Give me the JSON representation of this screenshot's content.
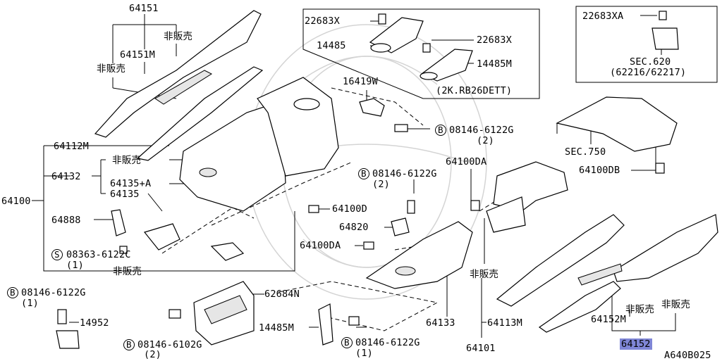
{
  "diagram": {
    "code": "A640B025",
    "notes": {
      "not_for_sale": "非販売",
      "engine": "(2K.RB26DETT)"
    },
    "labels": {
      "p64151": "64151",
      "p64151m": "64151M",
      "p22683x_1": "22683X",
      "p14485": "14485",
      "p22683x_2": "22683X",
      "p14485m_top": "14485M",
      "p22683xa": "22683XA",
      "sec620": "SEC.620",
      "sec620_sub": "(62216/62217)",
      "p16419w": "16419W",
      "bolt_08146_6122g_a": "08146-6122G",
      "qty2_a": "(2)",
      "p64112m": "64112M",
      "p64132": "64132",
      "p64135a": "64135+A",
      "p64135": "64135",
      "p64100": "64100",
      "p64888": "64888",
      "screw_08363": "08363-6122C",
      "qty1_screw": "(1)",
      "bolt_08146_6122g_b": "08146-6122G",
      "qty2_b": "(2)",
      "p64100d": "64100D",
      "p64100da_top": "64100DA",
      "p64820": "64820",
      "p64100da_left": "64100DA",
      "sec750": "SEC.750",
      "p64100db": "64100DB",
      "bolt_08146_6122g_c": "08146-6122G",
      "qty1_c": "(1)",
      "p14952": "14952",
      "p62684n": "62684N",
      "p14485m_bot": "14485M",
      "bolt_08146_6102g": "08146-6102G",
      "qty2_d": "(2)",
      "bolt_08146_6122g_d": "08146-6122G",
      "qty1_d": "(1)",
      "p64133": "64133",
      "p64113m": "64113M",
      "p64101": "64101",
      "p64152m": "64152M",
      "p64152": "64152",
      "circle_b": "B",
      "circle_s": "S"
    }
  }
}
